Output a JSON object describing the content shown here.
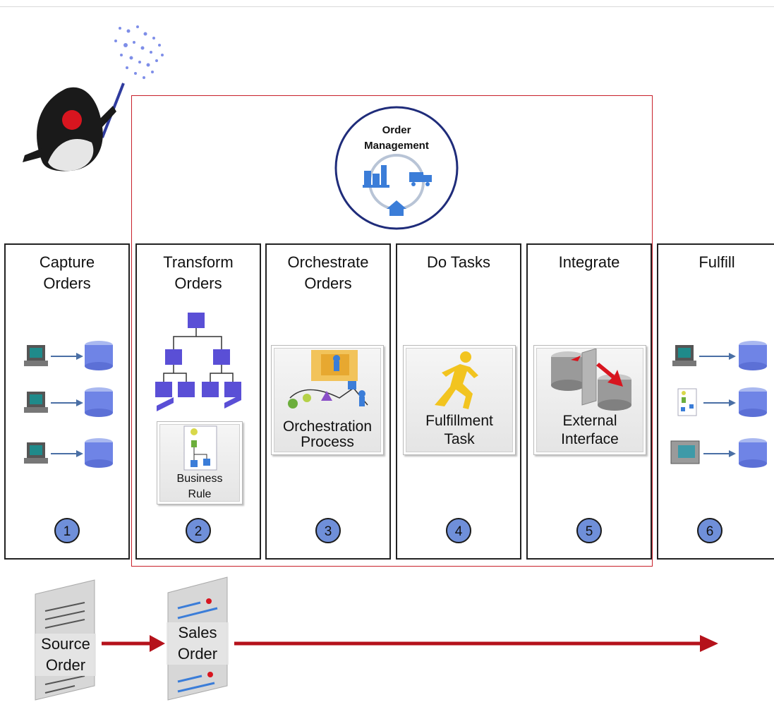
{
  "order_management": {
    "title": "Order\nManagement"
  },
  "stages": [
    {
      "title": "Capture\nOrders",
      "number": "1"
    },
    {
      "title": "Transform\nOrders",
      "number": "2"
    },
    {
      "title": "Orchestrate\nOrders",
      "number": "3"
    },
    {
      "title": "Do Tasks",
      "number": "4"
    },
    {
      "title": "Integrate",
      "number": "5"
    },
    {
      "title": "Fulfill",
      "number": "6"
    }
  ],
  "tiles": {
    "business_rule": "Business\nRule",
    "orchestration_process": "Orchestration\nProcess",
    "fulfillment_task": "Fulfillment\nTask",
    "external_interface": "External\nInterface"
  },
  "documents": {
    "source_order": "Source\nOrder",
    "sales_order": "Sales\nOrder"
  },
  "colors": {
    "frame_red": "#c8202a",
    "arrow_red": "#b5121b",
    "accent_blue": "#3b7dd8",
    "hierarchy_purple": "#5a4fd6",
    "badge_blue": "#6f8fd9"
  }
}
